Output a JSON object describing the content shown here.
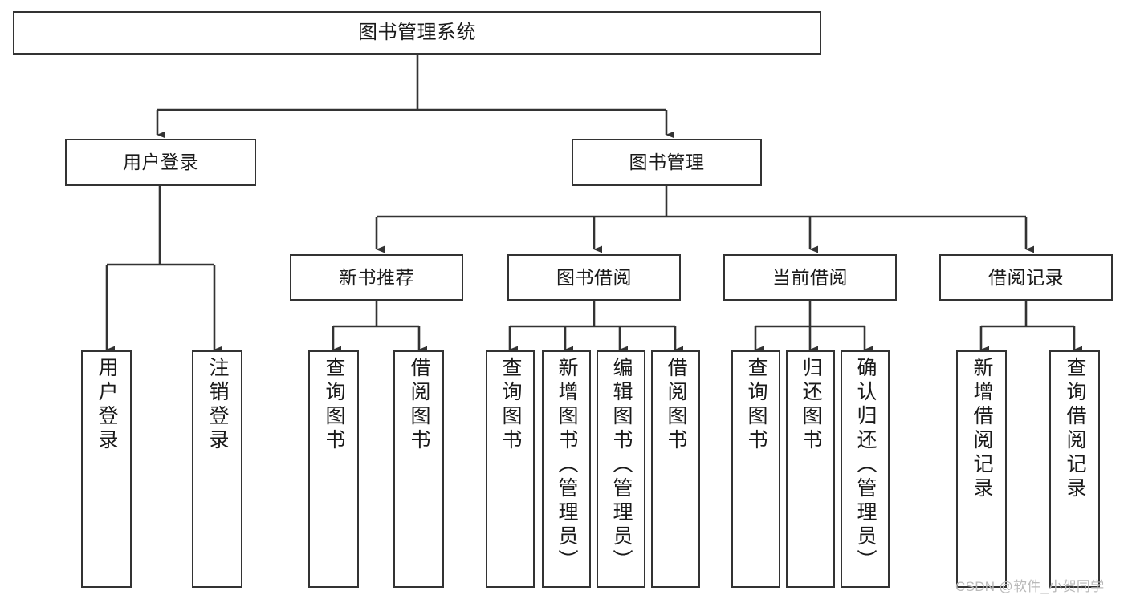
{
  "diagram": {
    "title": "图书管理系统",
    "type": "tree-hierarchy-chart",
    "colors": {
      "border": "#333333",
      "fill": "#ffffff",
      "text": "#1a1a1a",
      "edge": "#333333",
      "watermark": "#b9b9b9"
    },
    "nodes": {
      "root": {
        "label": "图书管理系统"
      },
      "level2": [
        {
          "label": "用户登录"
        },
        {
          "label": "图书管理"
        }
      ],
      "level3": [
        {
          "label": "新书推荐"
        },
        {
          "label": "图书借阅"
        },
        {
          "label": "当前借阅"
        },
        {
          "label": "借阅记录"
        }
      ],
      "leaves": [
        {
          "label": "用户登录",
          "parent": "用户登录"
        },
        {
          "label": "注销登录",
          "parent": "用户登录"
        },
        {
          "label": "查询图书",
          "parent": "新书推荐"
        },
        {
          "label": "借阅图书",
          "parent": "新书推荐"
        },
        {
          "label": "查询图书",
          "parent": "图书借阅"
        },
        {
          "label": "新增图书（管理员）",
          "parent": "图书借阅"
        },
        {
          "label": "编辑图书（管理员）",
          "parent": "图书借阅"
        },
        {
          "label": "借阅图书",
          "parent": "图书借阅"
        },
        {
          "label": "查询图书",
          "parent": "当前借阅"
        },
        {
          "label": "归还图书",
          "parent": "当前借阅"
        },
        {
          "label": "确认归还（管理员）",
          "parent": "当前借阅"
        },
        {
          "label": "新增借阅记录",
          "parent": "借阅记录"
        },
        {
          "label": "查询借阅记录",
          "parent": "借阅记录"
        }
      ]
    },
    "watermark": "CSDN @软件_小贺同学"
  }
}
